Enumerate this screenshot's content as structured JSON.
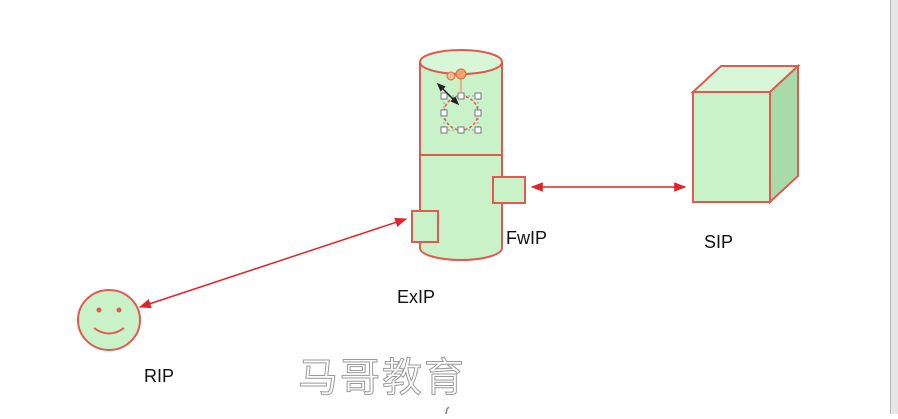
{
  "diagram": {
    "nodes": {
      "exip": {
        "label": "ExIP"
      },
      "fwip": {
        "label": "FwIP"
      },
      "sip": {
        "label": "SIP"
      },
      "rip": {
        "label": "RIP"
      }
    },
    "watermark": "马哥教育",
    "colors": {
      "fill": "#c9f2c9",
      "stroke": "#e05a4f",
      "arrow": "#e0242a",
      "handle": "#f4a070"
    }
  }
}
